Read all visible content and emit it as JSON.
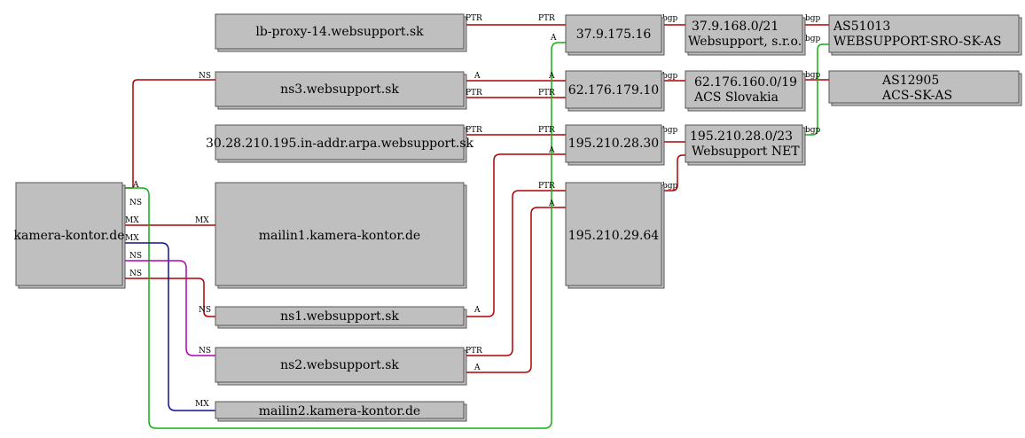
{
  "colors": {
    "red": "#b00000",
    "green": "#10b010",
    "blue": "#101090",
    "magenta": "#b000b0"
  },
  "nodes": {
    "kamera": "kamera-kontor.de",
    "lbproxy": "lb-proxy-14.websupport.sk",
    "ns3": "ns3.websupport.sk",
    "arpa": "30.28.210.195.in-addr.arpa.websupport.sk",
    "mailin1": "mailin1.kamera-kontor.de",
    "ns1": "ns1.websupport.sk",
    "ns2": "ns2.websupport.sk",
    "mailin2": "mailin2.kamera-kontor.de",
    "ip1": "37.9.175.16",
    "ip2": "62.176.179.10",
    "ip3": "195.210.28.30",
    "ip4": "195.210.29.64",
    "net1": [
      "37.9.168.0/21",
      "Websupport, s.r.o."
    ],
    "net2": [
      "62.176.160.0/19",
      "ACS Slovakia"
    ],
    "net3": [
      "195.210.28.0/23",
      "Websupport NET"
    ],
    "as1": [
      "AS51013",
      "WEBSUPPORT-SRO-SK-AS"
    ],
    "as2": [
      "AS12905",
      "ACS-SK-AS"
    ]
  },
  "edge_labels": {
    "a": "A",
    "ns": "NS",
    "mx": "MX",
    "ptr": "PTR",
    "bgp": "bgp"
  }
}
